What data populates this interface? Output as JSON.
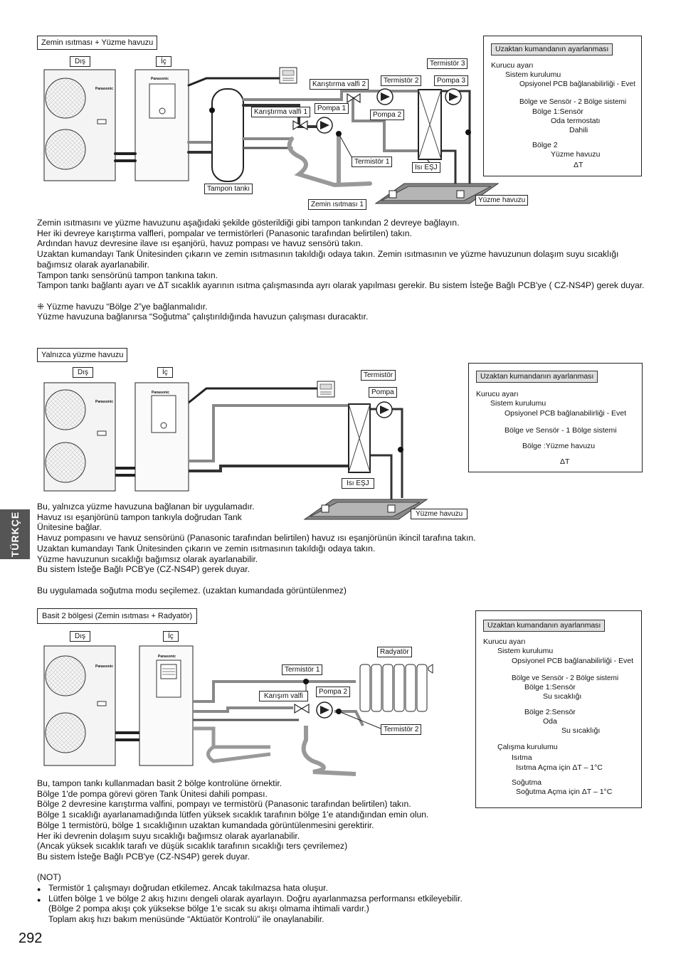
{
  "page_number": "292",
  "side_tab": "TÜRKÇE",
  "brand": "Panasonic",
  "sections": [
    {
      "title": "Zemin ısıtması + Yüzme havuzu",
      "labels": {
        "outdoor": "Dış",
        "indoor": "İç",
        "thermistor3": "Termistör 3",
        "mix_valve2": "Karıştırma valfi 2",
        "thermistor2": "Termistör 2",
        "pump3": "Pompa 3",
        "mix_valve1": "Karıştırma valfi 1",
        "pump1": "Pompa 1",
        "pump2": "Pompa 2",
        "thermistor1": "Termistör 1",
        "heat_exchanger": "Isı EŞJ",
        "buffer_tank": "Tampon tankı",
        "floor_heating1": "Zemin ısıtması 1",
        "pool": "Yüzme havuzu"
      },
      "remote": {
        "title": "Uzaktan kumandanın ayarlanması",
        "lines": [
          "Kurucu ayarı",
          "Sistem kurulumu",
          "Opsiyonel PCB bağlanabilirliği - Evet",
          "Bölge ve Sensör - 2 Bölge sistemi",
          "Bölge 1:Sensör",
          "Oda termostatı",
          "Dahili",
          "Bölge 2",
          "Yüzme havuzu",
          "ΔT"
        ]
      },
      "text": [
        "Zemin ısıtmasını ve yüzme havuzunu aşağıdaki şekilde gösterildiği gibi tampon tankından 2 devreye bağlayın.",
        "Her iki devreye karıştırma valfleri, pompalar ve termistörleri (Panasonic tarafından belirtilen) takın.",
        "Ardından havuz devresine ilave ısı eşanjörü, havuz pompası ve havuz sensörü takın.",
        "Uzaktan kumandayı Tank Ünitesinden çıkarın ve zemin ısıtmasının takıldığı odaya takın. Zemin ısıtmasının ve yüzme havuzunun dolaşım suyu sıcaklığı bağımsız olarak ayarlanabilir.",
        "Tampon tankı sensörünü tampon tankına takın.",
        "Tampon tankı bağlantı ayarı ve ΔT sıcaklık ayarının ısıtma çalışmasında ayrı olarak yapılması gerekir. Bu sistem İsteğe Bağlı PCB'ye ( CZ-NS4P) gerek duyar.",
        "",
        "⁜ Yüzme havuzu “Bölge 2”ye bağlanmalıdır.",
        "Yüzme havuzuna bağlanırsa “Soğutma” çalıştırıldığında havuzun çalışması duracaktır."
      ]
    },
    {
      "title": "Yalnızca yüzme havuzu",
      "labels": {
        "outdoor": "Dış",
        "indoor": "İç",
        "thermistor": "Termistör",
        "pump": "Pompa",
        "heat_exchanger": "Isı EŞJ",
        "pool": "Yüzme havuzu"
      },
      "remote": {
        "title": "Uzaktan kumandanın ayarlanması",
        "lines": [
          "Kurucu ayarı",
          "Sistem kurulumu",
          "Opsiyonel PCB bağlanabilirliği - Evet",
          "Bölge ve Sensör - 1 Bölge sistemi",
          "Bölge :Yüzme havuzu",
          "ΔT"
        ]
      },
      "text": [
        "Bu, yalnızca yüzme havuzuna bağlanan bir uygulamadır.",
        "Havuz ısı eşanjörünü tampon tankıyla doğrudan Tank",
        "Ünitesine bağlar.",
        "Havuz pompasını ve havuz sensörünü (Panasonic tarafından belirtilen) havuz ısı eşanjörünün ikincil tarafına takın.",
        "Uzaktan kumandayı Tank Ünitesinden çıkarın ve zemin ısıtmasının takıldığı odaya takın.",
        "Yüzme havuzunun sıcaklığı bağımsız olarak ayarlanabilir.",
        "Bu sistem İsteğe Bağlı PCB'ye (CZ-NS4P) gerek duyar.",
        "",
        "Bu uygulamada soğutma modu seçilemez. (uzaktan kumandada görüntülenmez)"
      ]
    },
    {
      "title": "Basit 2 bölgesi (Zemin ısıtması + Radyatör)",
      "labels": {
        "outdoor": "Dış",
        "indoor": "İç",
        "radiator": "Radyatör",
        "thermistor1": "Termistör 1",
        "mix_valve": "Karışım valfi",
        "pump2": "Pompa 2",
        "thermistor2": "Termistör 2"
      },
      "remote": {
        "title": "Uzaktan kumandanın ayarlanması",
        "lines": [
          "Kurucu ayarı",
          "Sistem kurulumu",
          "Opsiyonel PCB bağlanabilirliği - Evet",
          "Bölge ve Sensör - 2 Bölge sistemi",
          "Bölge 1:Sensör",
          "Su sıcaklığı",
          "Bölge 2:Sensör",
          "Oda",
          "Su sıcaklığı",
          "Çalışma kurulumu",
          "Isıtma",
          "Isıtma Açma için ΔT – 1°C",
          "Soğutma",
          "Soğutma Açma için ΔT – 1°C"
        ]
      },
      "text": [
        "Bu, tampon tankı kullanmadan basit 2 bölge kontrolüne örnektir.",
        "Bölge 1'de pompa görevi gören Tank Ünitesi dahili pompası.",
        "Bölge 2 devresine karıştırma valfini, pompayı ve termistörü (Panasonic tarafından belirtilen) takın.",
        "Bölge 1 sıcaklığı ayarlanamadığında lütfen yüksek sıcaklık tarafının bölge 1'e atandığından emin olun.",
        "Bölge 1 termistörü, bölge 1 sıcaklığının uzaktan kumandada görüntülenmesini gerektirir.",
        "Her iki devrenin dolaşım suyu sıcaklığı bağımsız olarak ayarlanabilir.",
        "(Ancak yüksek sıcaklık tarafı ve düşük sıcaklık tarafının sıcaklığı ters çevrilemez)",
        "Bu sistem İsteğe Bağlı PCB'ye (CZ-NS4P) gerek duyar.",
        "",
        "(NOT)"
      ],
      "notes": [
        "Termistör 1 çalışmayı doğrudan etkilemez. Ancak takılmazsa hata oluşur.",
        "Lütfen bölge 1 ve bölge 2 akış hızını dengeli olarak ayarlayın. Doğru ayarlanmazsa performansı etkileyebilir."
      ],
      "notes_cont": [
        "(Bölge 2 pompa akışı çok yüksekse bölge 1'e sıcak su akışı olmama ihtimali vardır.)",
        "Toplam akış hızı bakım menüsünde “Aktüatör Kontrolü” ile onaylanabilir."
      ]
    }
  ]
}
